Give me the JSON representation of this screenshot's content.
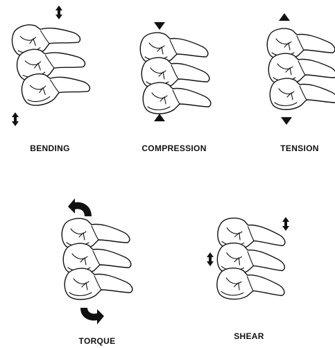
{
  "panels": [
    {
      "id": "bending",
      "label": "BENDING"
    },
    {
      "id": "compression",
      "label": "COMPRESSION"
    },
    {
      "id": "tension",
      "label": "TENSION"
    },
    {
      "id": "torque",
      "label": "TORQUE"
    },
    {
      "id": "shear",
      "label": "SHEAR"
    }
  ]
}
